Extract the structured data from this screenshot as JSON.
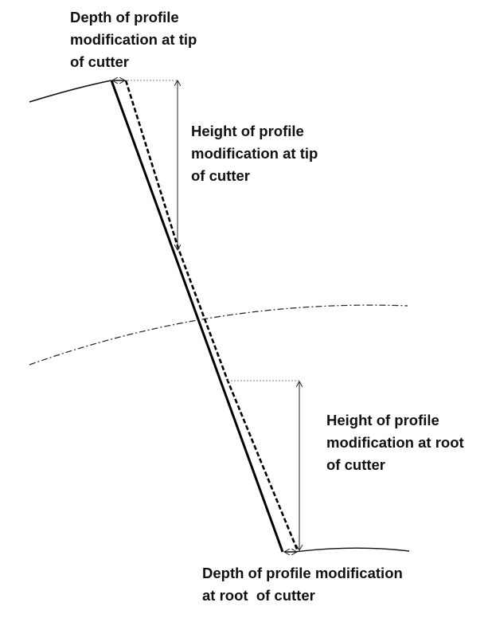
{
  "labels": {
    "tip_depth": [
      "Depth of profile",
      "modification at tip",
      "of cutter"
    ],
    "tip_height": [
      "Height of profile",
      "modification at tip",
      "of cutter"
    ],
    "root_height": [
      "Height of profile",
      "modification at root",
      "of cutter"
    ],
    "root_depth": [
      "Depth of profile modification",
      "at root  of cutter"
    ]
  }
}
